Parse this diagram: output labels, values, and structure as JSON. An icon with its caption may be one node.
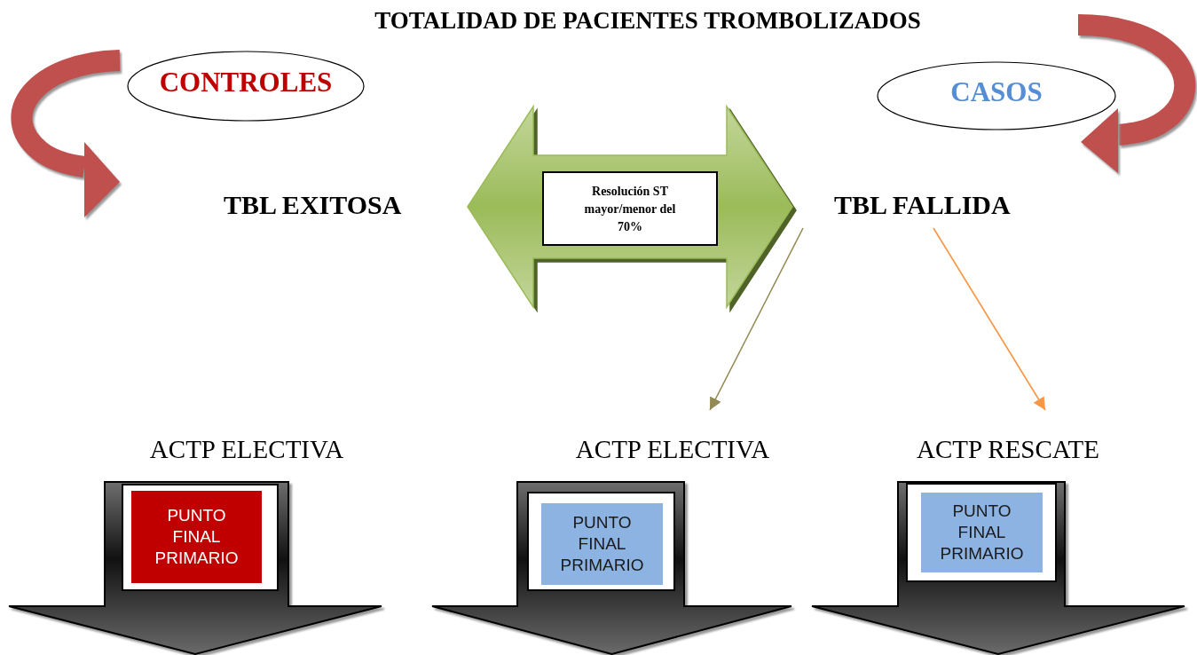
{
  "diagram": {
    "title": "TOTALIDAD DE PACIENTES TROMBOLIZADOS",
    "nodes": [
      {
        "text": [
          "CONTROLES"
        ]
      },
      {
        "text": [
          "CASOS"
        ]
      },
      {
        "text": [
          "TBL EXITOSA"
        ]
      },
      {
        "text": [
          "TBL FALLIDA"
        ]
      },
      {
        "text": [
          "ACTP ELECTIVA"
        ]
      },
      {
        "text": [
          "PUNTO FINAL PRIMARIO"
        ],
        "in": 4
      },
      {
        "text": [
          "ACTP ELECTIVA"
        ]
      },
      {
        "text": [
          "PUNTO FINAL PRIMARIO"
        ],
        "in": 6
      },
      {
        "text": [
          "ACTP RESCATE"
        ]
      },
      {
        "text": [
          "PUNTO FINAL PRIMARIO"
        ],
        "in": 8
      }
    ],
    "edges": [
      {
        "from": 2,
        "to": 3,
        "arrow": "both",
        "label": "Resolución ST mayor/menor del 70%",
        "style": "thick",
        "color": "#9bbb59"
      },
      {
        "from": 3,
        "to": 6,
        "arrow": "to",
        "color": "#948a54"
      },
      {
        "from": 3,
        "to": 8,
        "arrow": "to",
        "color": "#f79646"
      }
    ]
  }
}
